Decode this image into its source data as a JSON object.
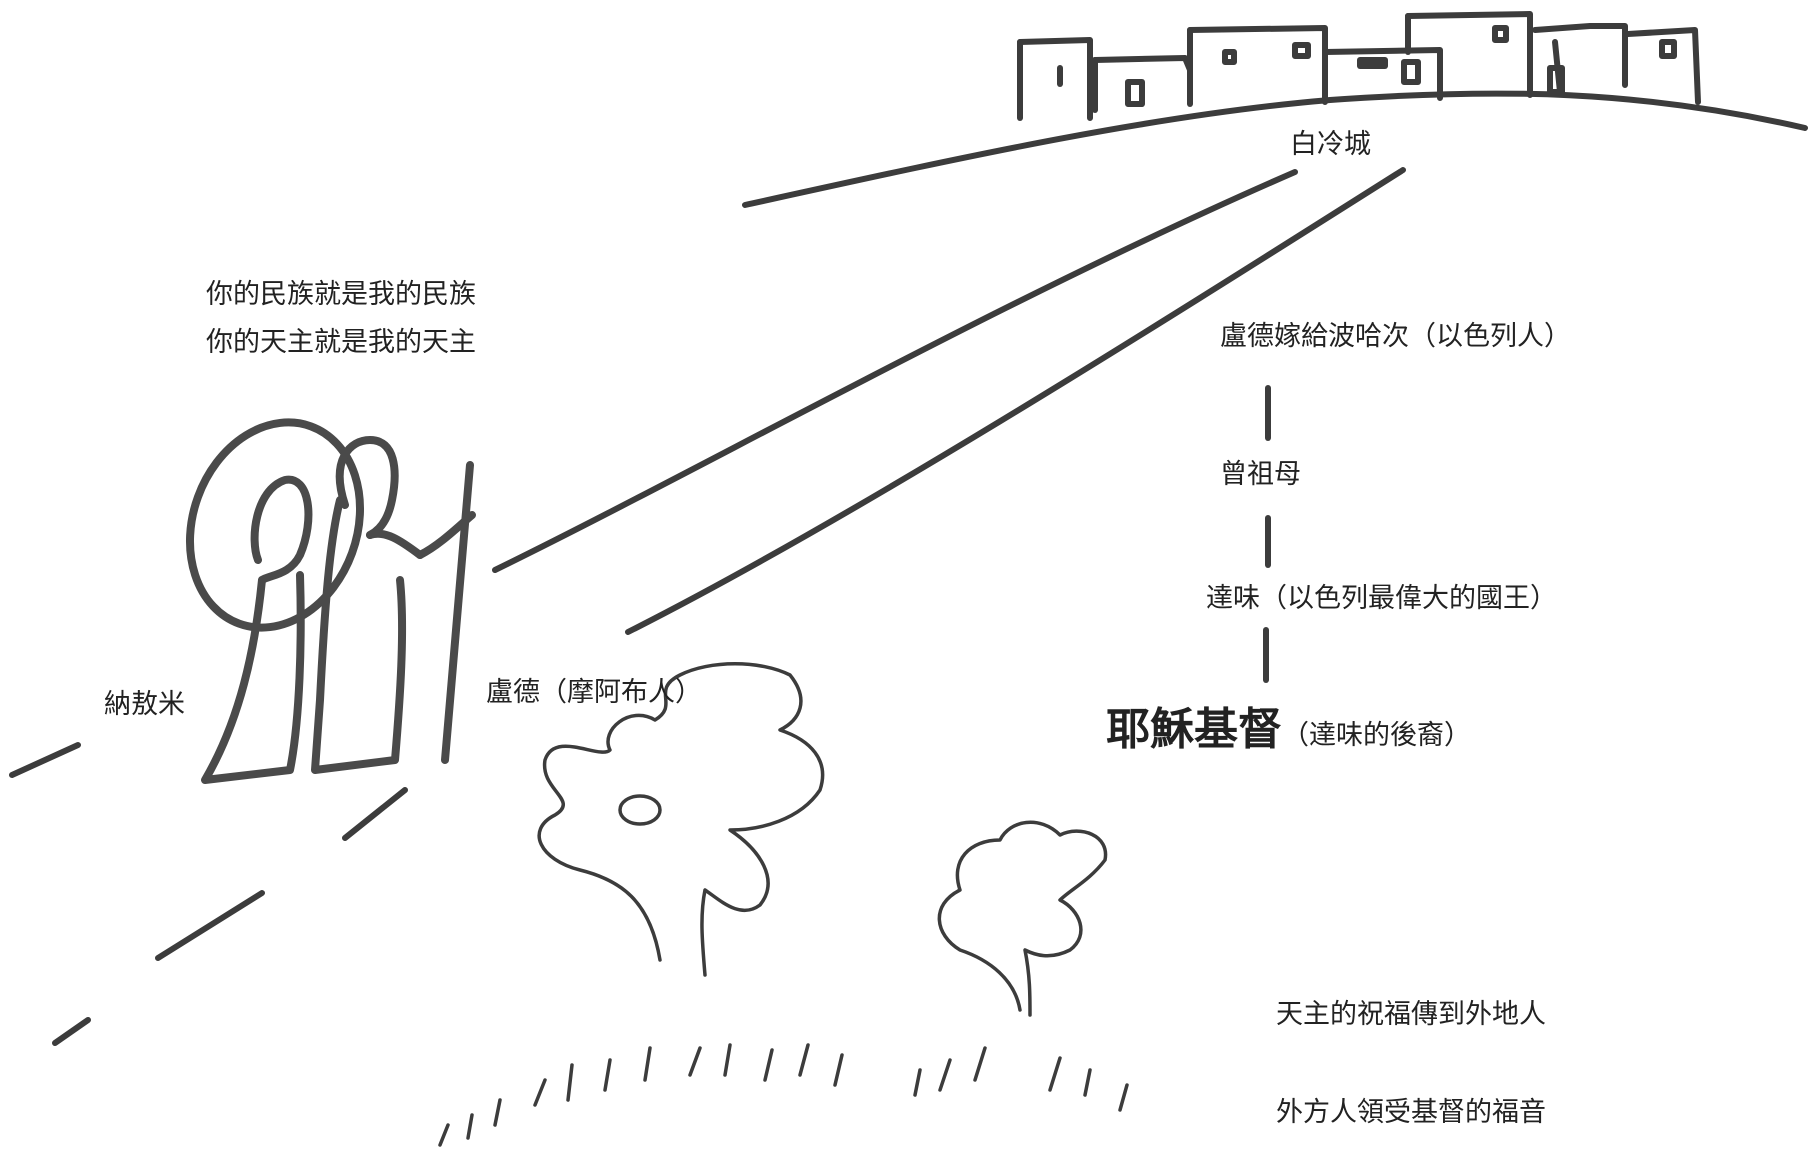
{
  "city": {
    "name": "白冷城"
  },
  "quote": {
    "line1": "你的民族就是我的民族",
    "line2": "你的天主就是我的天主"
  },
  "figures": {
    "naomi": "納敖米",
    "ruth": "盧德（摩阿布人）"
  },
  "lineage": {
    "step1": "盧德嫁給波哈次（以色列人）",
    "step2": "曾祖母",
    "step3": "達味（以色列最偉大的國王）",
    "jesus_name": "耶穌基督",
    "jesus_note": "（達味的後裔）"
  },
  "blessings": {
    "line1": "天主的祝福傳到外地人",
    "line2": "外方人領受基督的福音"
  }
}
